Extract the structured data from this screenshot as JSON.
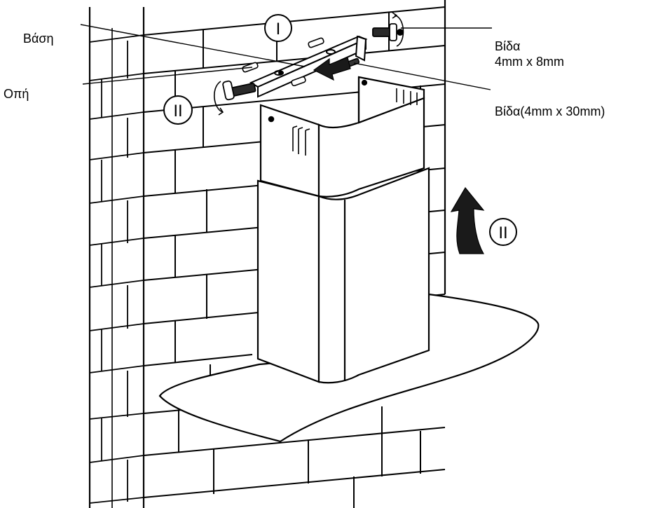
{
  "labels": {
    "base": "Βάση",
    "hole": "Οπή",
    "screw_small_line1": "Βίδα",
    "screw_small_line2": "4mm x 8mm",
    "screw_long": "Βίδα(4mm x 30mm)"
  },
  "step_markers": {
    "step_one": "I",
    "step_two_left": "II",
    "step_two_right": "II"
  },
  "colors": {
    "line": "#000000",
    "fill": "#ffffff",
    "arrow": "#1a1a1a"
  },
  "icons": {
    "wall": "brick-wall",
    "hood": "chimney-hood",
    "screw": "screw-icon",
    "rotation": "rotation-arrow-icon",
    "lift": "up-arrow-icon"
  }
}
